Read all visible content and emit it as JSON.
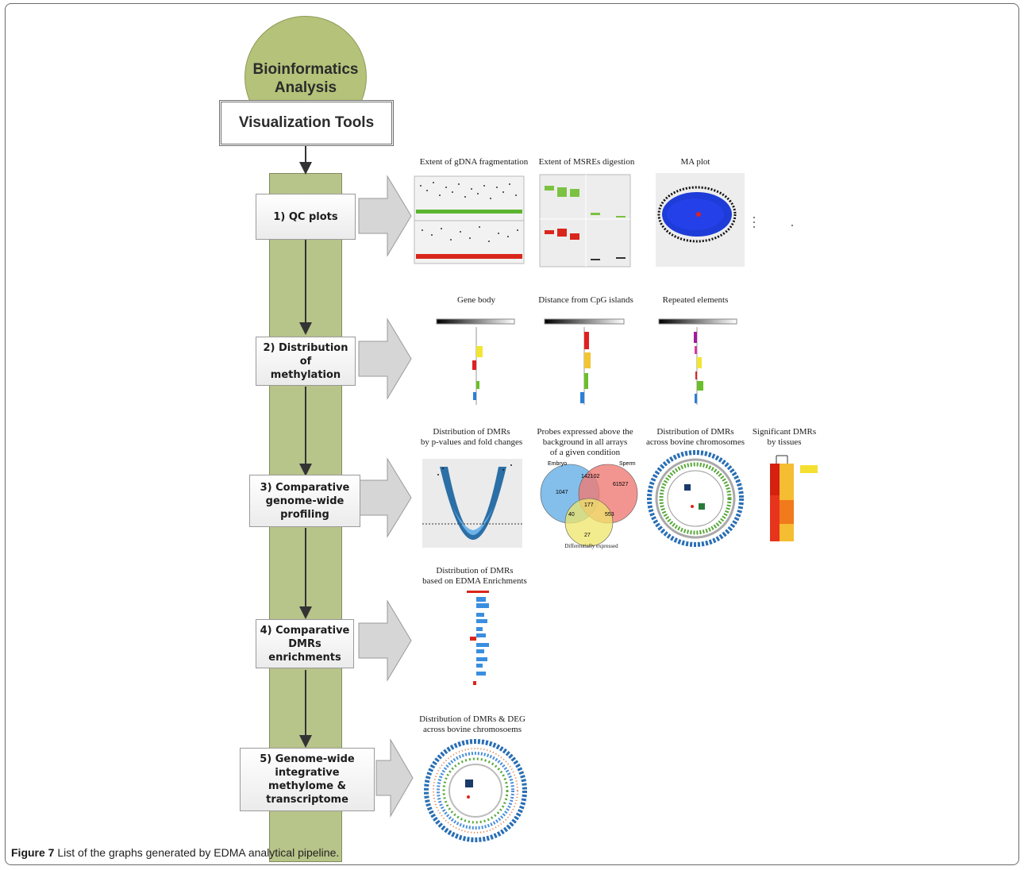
{
  "header": {
    "circle_line1": "Bioinformatics",
    "circle_line2": "Analysis",
    "tools_label": "Visualization Tools"
  },
  "steps": [
    {
      "label": "1) QC plots"
    },
    {
      "label": "2) Distribution of\nmethylation"
    },
    {
      "label": "3) Comparative\ngenome-wide profiling"
    },
    {
      "label": "4) Comparative\nDMRs enrichments"
    },
    {
      "label": "5) Genome-wide integrative\nmethylome & transcriptome"
    }
  ],
  "captions": {
    "gdna": "Extent of gDNA fragmentation",
    "msre": "Extent of MSREs digestion",
    "ma": "MA plot",
    "gene_body": "Gene body",
    "cpg": "Distance from CpG islands",
    "repeated": "Repeated elements",
    "volcano": "Distribution of DMRs\nby p-values and fold changes",
    "venn": "Probes expressed above the\nbackground in all arrays\nof a given condition",
    "circos1": "Distribution of DMRs\nacross bovine chromosomes",
    "heatmap": "Significant DMRs\nby tissues",
    "enrich": "Distribution of DMRs\nbased on EDMA Enrichments",
    "circos2": "Distribution of DMRs & DEG\nacross bovine chromosoems"
  },
  "venn": {
    "embryo_label": "Embryo",
    "sperm_label": "Sperm",
    "diff_label": "Differentially expressed",
    "embryo_only": "1047",
    "embryo_sperm": "142102",
    "sperm_only": "61527",
    "embryo_diff": "40",
    "center": "177",
    "sperm_diff": "553",
    "diff_only": "27",
    "colors": {
      "embryo": "#6fb4e8",
      "sperm": "#ef7b74",
      "diff": "#efe66a"
    }
  },
  "figure_caption": {
    "label": "Figure 7",
    "text": " List of the graphs generated by EDMA analytical pipeline."
  },
  "colors": {
    "green_bar": "#b7c48a",
    "circle": "#b5c27a",
    "arrow": "#d4d4d4"
  }
}
